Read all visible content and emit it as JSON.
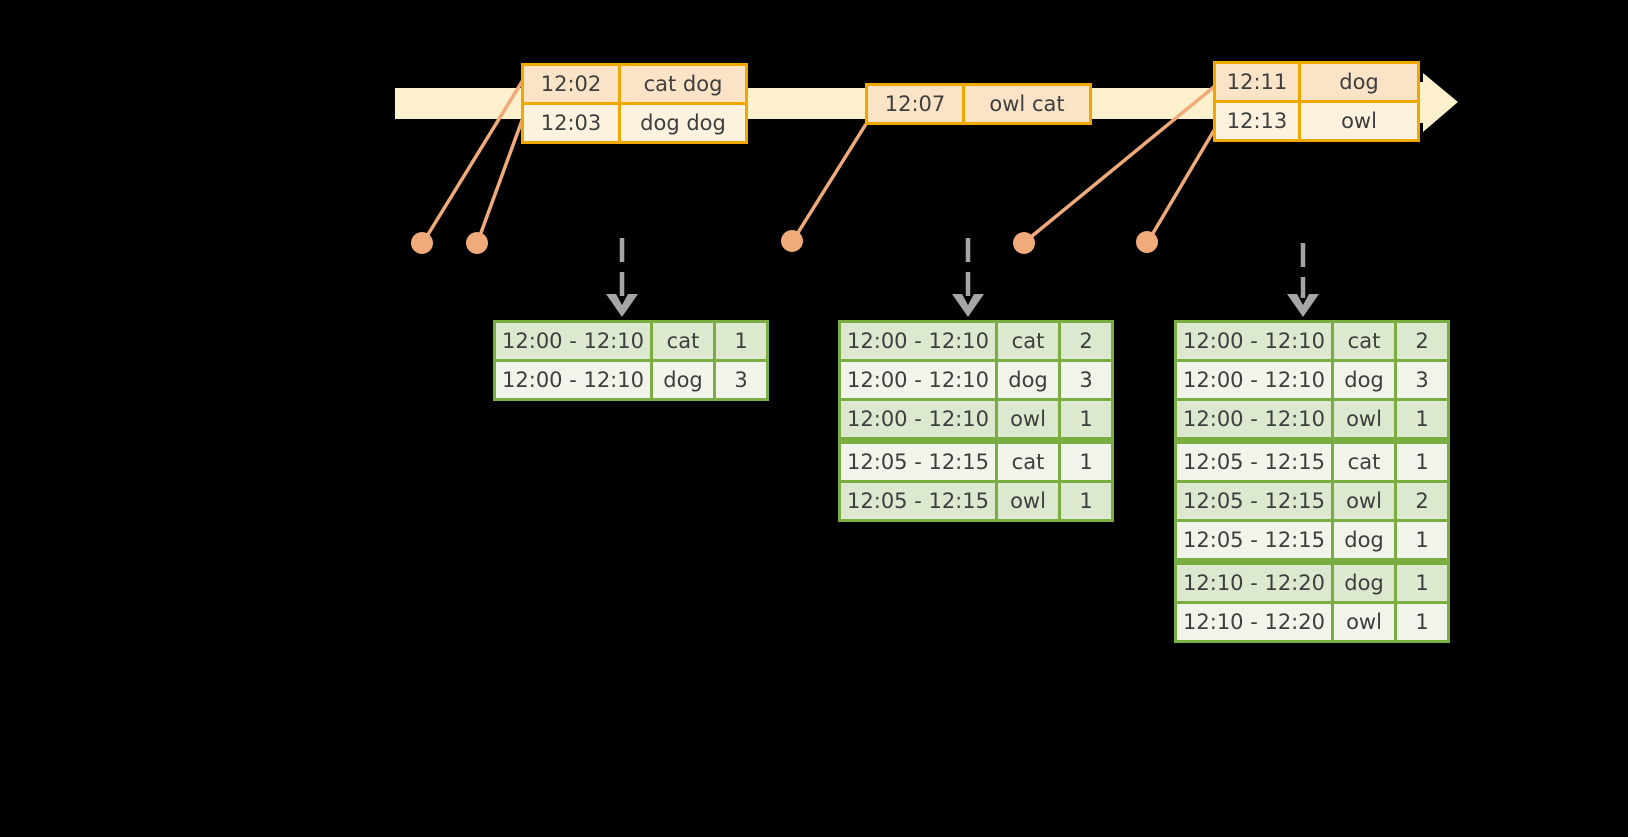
{
  "colors": {
    "background": "#000000",
    "timeline_fill": "#fcf0cd",
    "event_border": "#f0a800",
    "event_cell_dark": "#fae3c6",
    "event_cell_light": "#fcf2dd",
    "connector": "#f1aa79",
    "result_border": "#7aad42",
    "result_cell_dark": "#dde9cf",
    "result_cell_light": "#f0f4ea",
    "dashed_arrow": "#a5a5a5",
    "text": "#3e3e3e"
  },
  "event_tables": [
    {
      "rows": [
        {
          "time": "12:02",
          "words": "cat dog"
        },
        {
          "time": "12:03",
          "words": "dog dog"
        }
      ]
    },
    {
      "rows": [
        {
          "time": "12:07",
          "words": "owl cat"
        }
      ]
    },
    {
      "rows": [
        {
          "time": "12:11",
          "words": "dog"
        },
        {
          "time": "12:13",
          "words": "owl"
        }
      ]
    }
  ],
  "result_tables": [
    {
      "rows": [
        {
          "window": "12:00 - 12:10",
          "word": "cat",
          "count": "1"
        },
        {
          "window": "12:00 - 12:10",
          "word": "dog",
          "count": "3"
        }
      ]
    },
    {
      "rows": [
        {
          "window": "12:00 - 12:10",
          "word": "cat",
          "count": "2"
        },
        {
          "window": "12:00 - 12:10",
          "word": "dog",
          "count": "3"
        },
        {
          "window": "12:00 - 12:10",
          "word": "owl",
          "count": "1"
        },
        {
          "window": "12:05 - 12:15",
          "word": "cat",
          "count": "1"
        },
        {
          "window": "12:05 - 12:15",
          "word": "owl",
          "count": "1"
        }
      ]
    },
    {
      "rows": [
        {
          "window": "12:00 - 12:10",
          "word": "cat",
          "count": "2"
        },
        {
          "window": "12:00 - 12:10",
          "word": "dog",
          "count": "3"
        },
        {
          "window": "12:00 - 12:10",
          "word": "owl",
          "count": "1"
        },
        {
          "window": "12:05 - 12:15",
          "word": "cat",
          "count": "1"
        },
        {
          "window": "12:05 - 12:15",
          "word": "owl",
          "count": "2"
        },
        {
          "window": "12:05 - 12:15",
          "word": "dog",
          "count": "1"
        },
        {
          "window": "12:10 - 12:20",
          "word": "dog",
          "count": "1"
        },
        {
          "window": "12:10 - 12:20",
          "word": "owl",
          "count": "1"
        }
      ]
    }
  ]
}
